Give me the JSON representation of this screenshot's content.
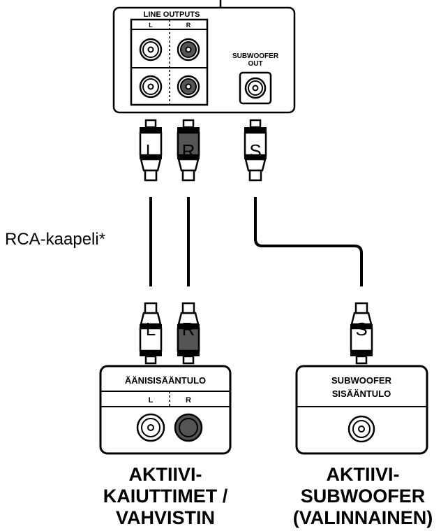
{
  "receiver": {
    "line_outputs_label": "LINE OUTPUTS",
    "left_channel": "L",
    "right_channel": "R",
    "subwoofer_out_line1": "SUBWOOFER",
    "subwoofer_out_line2": "OUT"
  },
  "cable": {
    "label": "RCA-kaapeli*",
    "plug_left": "L",
    "plug_right": "R",
    "plug_sub": "S"
  },
  "speakers_panel": {
    "title": "ÄÄNISISÄÄNTULO",
    "left_channel": "L",
    "right_channel": "R",
    "caption_lines": [
      "AKTIIVI-",
      "KAIUTTIMET /",
      "VAHVISTIN"
    ]
  },
  "subwoofer_panel": {
    "title_line1": "SUBWOOFER",
    "title_line2": "SISÄÄNTULO",
    "caption_lines": [
      "AKTIIVI-",
      "SUBWOOFER",
      "(VALINNAINEN)"
    ]
  },
  "colors": {
    "line": "#000000",
    "right_channel_fill": "#555555",
    "jack_fill": "#ffffff"
  }
}
